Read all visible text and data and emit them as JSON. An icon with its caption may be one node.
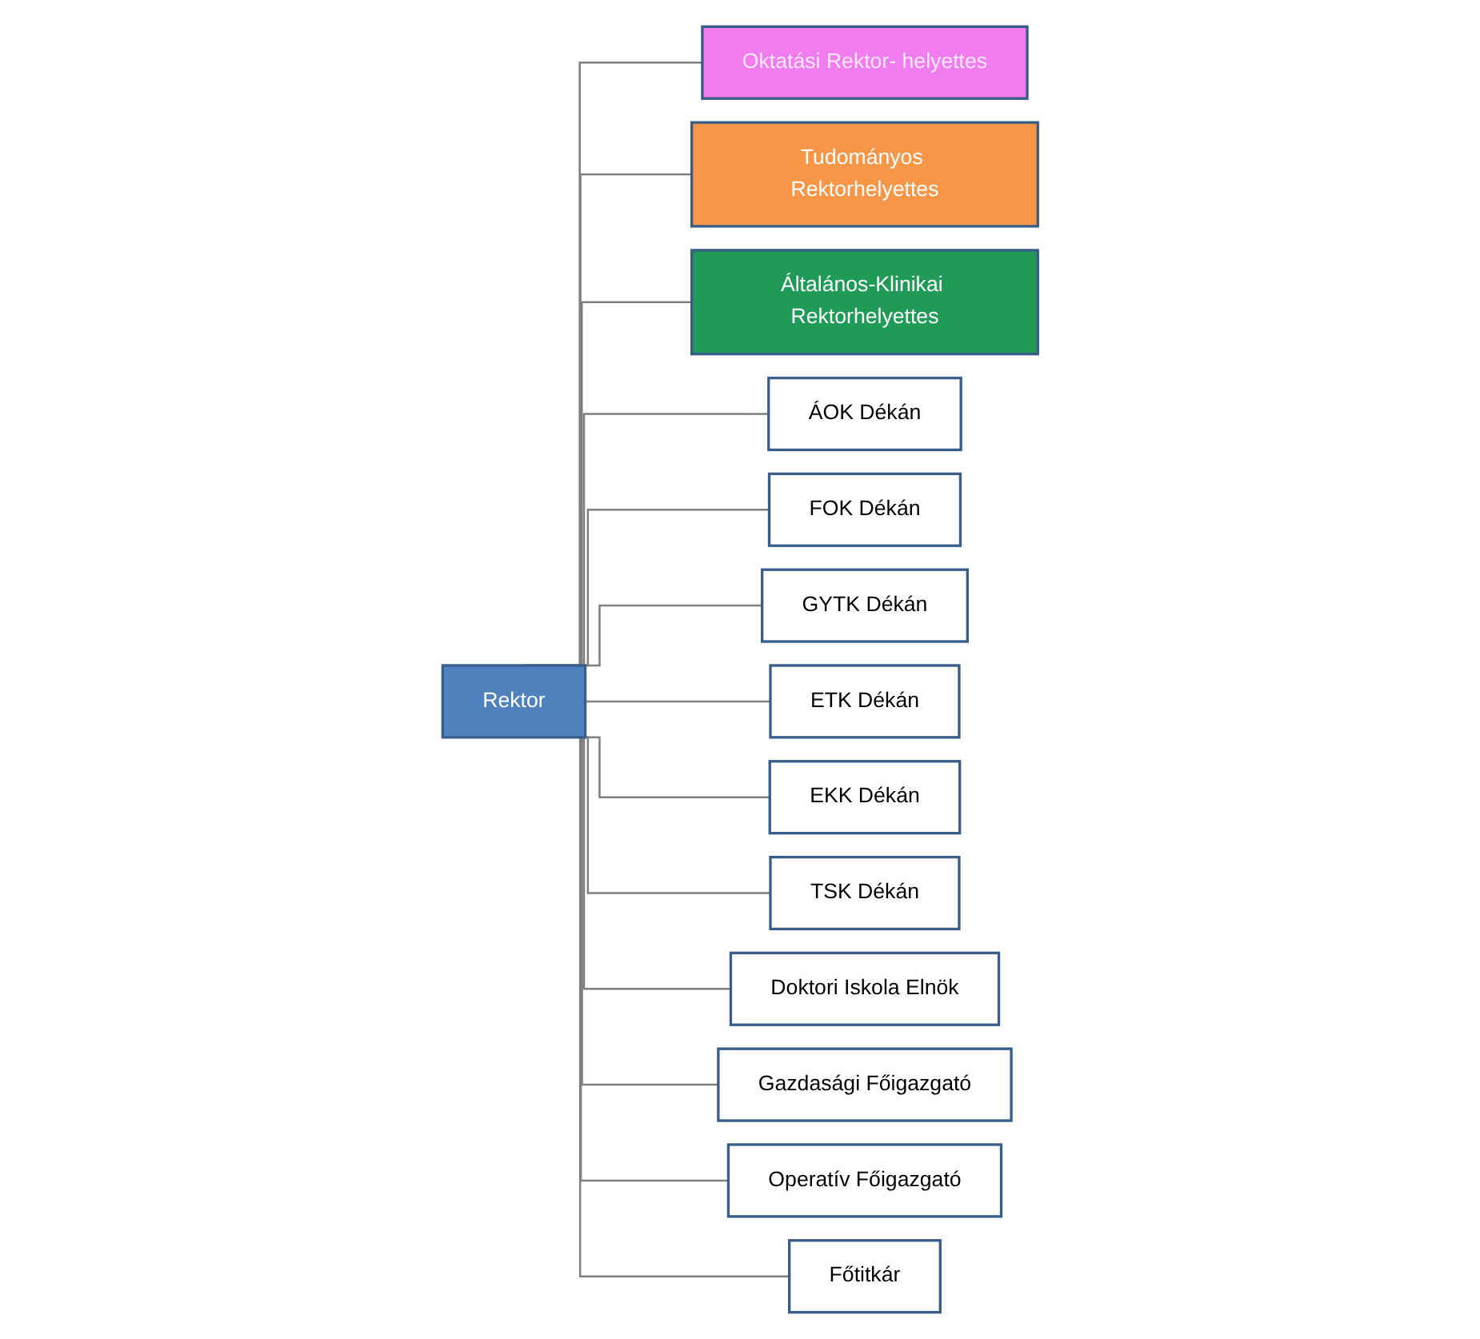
{
  "diagram": {
    "nodes": [
      {
        "text": [
          "Rektor"
        ]
      },
      {
        "text": [
          "Oktatási Rektor- helyettes"
        ]
      },
      {
        "text": [
          "Tudományos Rektorhelyettes"
        ]
      },
      {
        "text": [
          "Általános-Klinikai Rektorhelyettes"
        ]
      },
      {
        "text": [
          "ÁOK Dékán"
        ]
      },
      {
        "text": [
          "FOK Dékán"
        ]
      },
      {
        "text": [
          "GYTK Dékán"
        ]
      },
      {
        "text": [
          "ETK Dékán"
        ]
      },
      {
        "text": [
          "EKK Dékán"
        ]
      },
      {
        "text": [
          "TSK Dékán"
        ]
      },
      {
        "text": [
          "Doktori Iskola Elnök"
        ]
      },
      {
        "text": [
          "Gazdasági Főigazgató"
        ]
      },
      {
        "text": [
          "Operatív Főigazgató"
        ]
      },
      {
        "text": [
          "Főtitkár"
        ]
      }
    ],
    "edges": [
      {
        "from": 0,
        "to": 1,
        "arrow": "none"
      },
      {
        "from": 0,
        "to": 2,
        "arrow": "none"
      },
      {
        "from": 0,
        "to": 3,
        "arrow": "none"
      },
      {
        "from": 0,
        "to": 4,
        "arrow": "none"
      },
      {
        "from": 0,
        "to": 5,
        "arrow": "none"
      },
      {
        "from": 0,
        "to": 6,
        "arrow": "none"
      },
      {
        "from": 0,
        "to": 7,
        "arrow": "none"
      },
      {
        "from": 0,
        "to": 8,
        "arrow": "none"
      },
      {
        "from": 0,
        "to": 9,
        "arrow": "none"
      },
      {
        "from": 0,
        "to": 10,
        "arrow": "none"
      },
      {
        "from": 0,
        "to": 11,
        "arrow": "none"
      },
      {
        "from": 0,
        "to": 12,
        "arrow": "none"
      },
      {
        "from": 0,
        "to": 13,
        "arrow": "none"
      }
    ]
  }
}
